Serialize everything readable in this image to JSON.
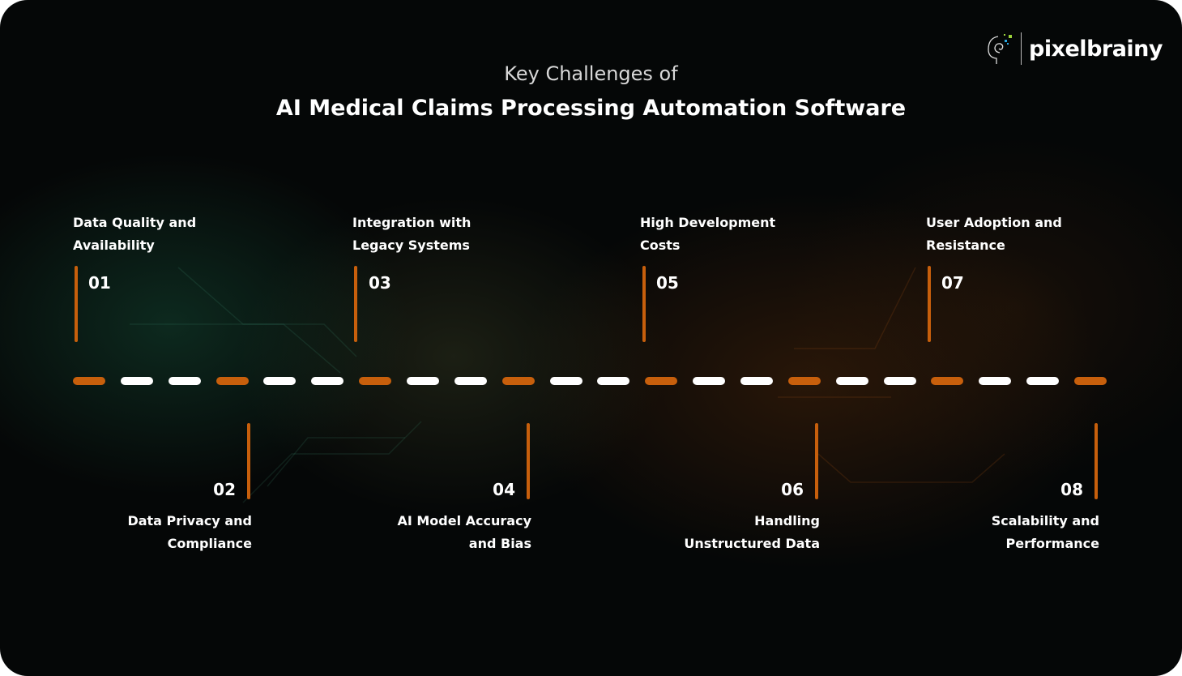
{
  "header": {
    "subtitle": "Key Challenges of",
    "title": "AI Medical Claims Processing Automation Software"
  },
  "logo": {
    "text": "pixelbrainy"
  },
  "colors": {
    "accent": "#c75f0c",
    "dash_light": "#ffffff"
  },
  "challenges": [
    {
      "number": "01",
      "line1": "Data Quality and",
      "line2": "Availability"
    },
    {
      "number": "02",
      "line1": "Data Privacy and",
      "line2": "Compliance"
    },
    {
      "number": "03",
      "line1": "Integration with",
      "line2": "Legacy Systems"
    },
    {
      "number": "04",
      "line1": "AI Model Accuracy",
      "line2": "and Bias"
    },
    {
      "number": "05",
      "line1": "High Development",
      "line2": "Costs"
    },
    {
      "number": "06",
      "line1": "Handling",
      "line2": "Unstructured Data"
    },
    {
      "number": "07",
      "line1": "User Adoption and",
      "line2": "Resistance"
    },
    {
      "number": "08",
      "line1": "Scalability and",
      "line2": "Performance"
    }
  ]
}
